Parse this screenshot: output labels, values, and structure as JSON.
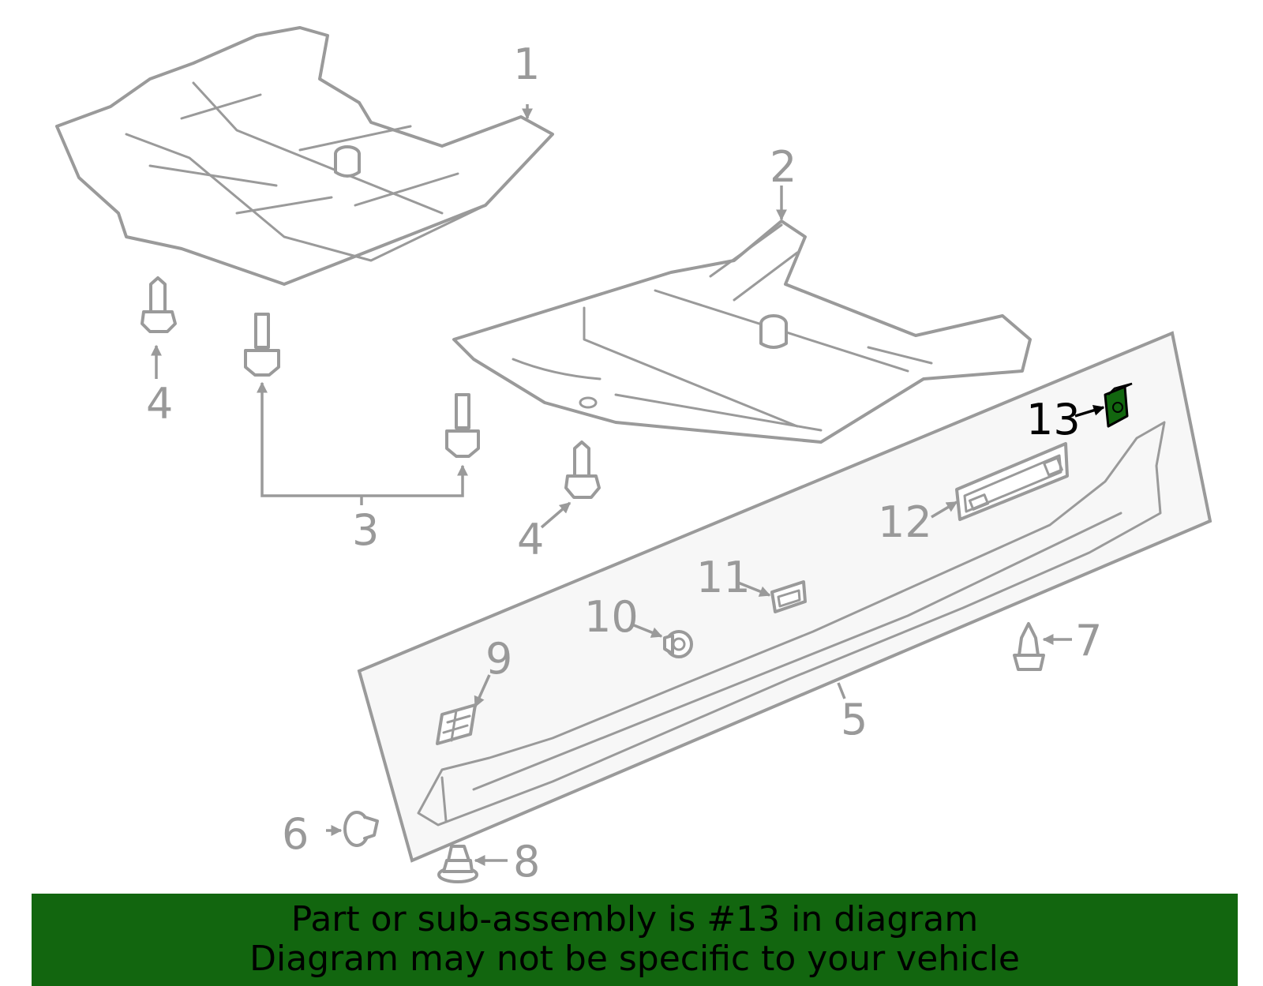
{
  "diagram": {
    "highlight_color": "#12660f",
    "highlighted_part": "13",
    "callouts": [
      "1",
      "2",
      "3",
      "4",
      "4",
      "5",
      "6",
      "7",
      "8",
      "9",
      "10",
      "11",
      "12",
      "13"
    ]
  },
  "banner": {
    "line1": "Part or sub-assembly is #13 in diagram",
    "line2": "Diagram may not be specific to your vehicle",
    "background": "#12660f"
  }
}
